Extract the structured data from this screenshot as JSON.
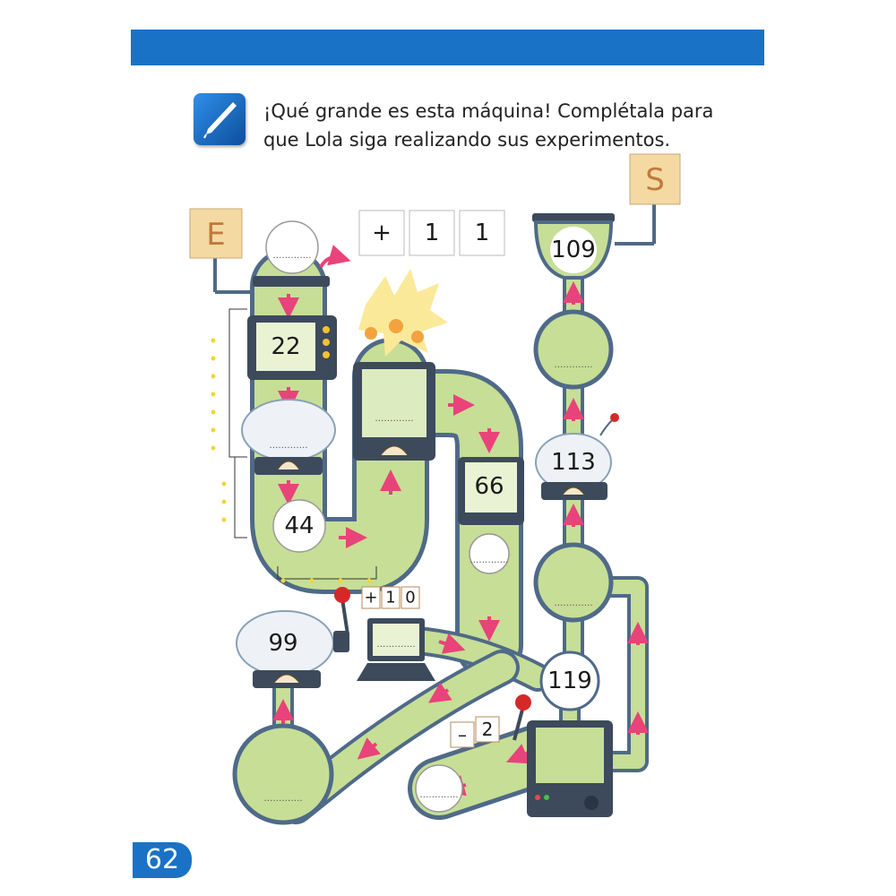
{
  "instruction": {
    "line1": "¡Qué grande es esta máquina! Complétala para",
    "line2": "que Lola siga realizando sus experimentos."
  },
  "page_number": "62",
  "icon": "pencil-icon",
  "signs": {
    "entry": "E",
    "exit": "S"
  },
  "rule_main": {
    "sign": "+",
    "digit1": "1",
    "digit2": "1"
  },
  "rule_lever1": {
    "sign": "+",
    "digit1": "1",
    "digit2": "0"
  },
  "rule_lever2": {
    "sign": "–",
    "digit1": "2"
  },
  "values": {
    "v22": "22",
    "v44": "44",
    "v66": "66",
    "v99": "99",
    "v109": "109",
    "v113": "113",
    "v119": "119"
  },
  "blank": "………….",
  "colors": {
    "bar": "#1a72c6",
    "tube": "#c7de96",
    "tube_edge": "#4f6a88",
    "arrow": "#e8437a",
    "sign": "#f5d9a3"
  }
}
